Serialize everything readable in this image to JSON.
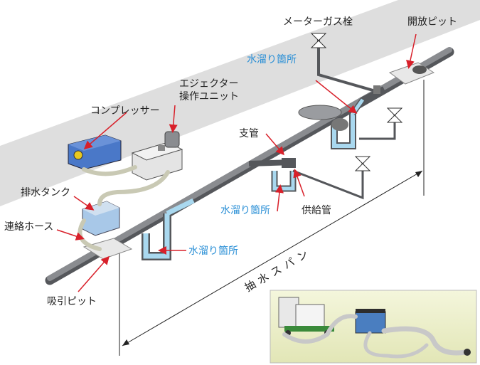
{
  "labels": {
    "meter_gas_valve": "メーターガス栓",
    "open_pit": "開放ピット",
    "water_pool_1": "水溜り箇所",
    "water_pool_2": "水溜り箇所",
    "water_pool_3": "水溜り箇所",
    "ejector_unit_line1": "エジェクター",
    "ejector_unit_line2": "操作ユニット",
    "compressor": "コンプレッサー",
    "branch_pipe": "支管",
    "drain_tank": "排水タンク",
    "connecting_hose": "連絡ホース",
    "supply_pipe": "供給管",
    "suction_pit": "吸引ピット",
    "extraction_span": "抽水スパン"
  },
  "colors": {
    "ground": "#dcdcdc",
    "pipe": "#8a8c90",
    "pipe_dark": "#55575b",
    "water": "#a9d8ef",
    "water_edge": "#4aa9dc",
    "blue_text": "#2a8fd6",
    "red_arrow": "#d8202a",
    "compressor_box": "#4a78c8",
    "photo_bg": "#eef1cc"
  }
}
